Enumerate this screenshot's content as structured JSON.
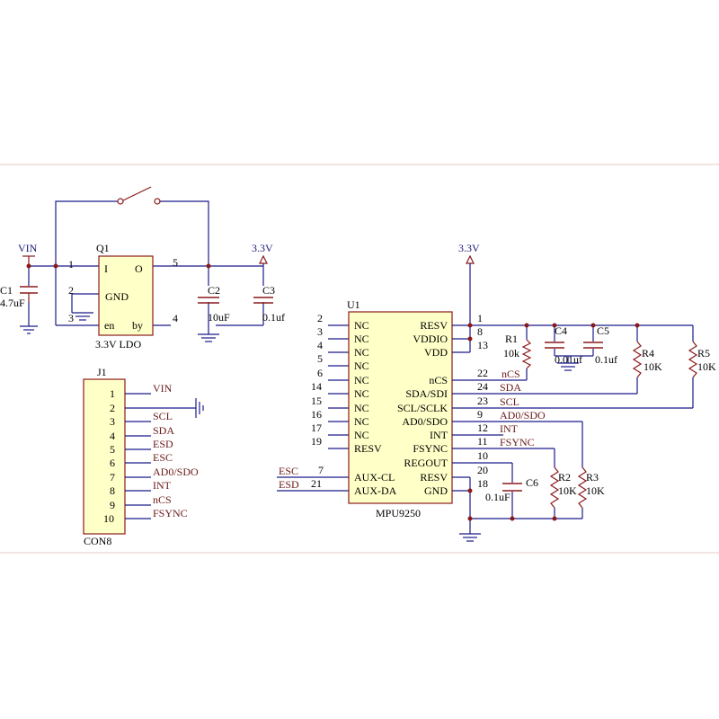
{
  "colors": {
    "wire": "#1b1b8a",
    "component": "#8b1a1a",
    "chip_fill": "#ffffc8",
    "frame": "#e7c8c8",
    "text": "#000000"
  },
  "ldo": {
    "ref": "Q1",
    "name": "3.3V LDO",
    "pin_I": "I",
    "pin_O": "O",
    "pin_GND": "GND",
    "pin_en": "en",
    "pin_by": "by",
    "num1": "1",
    "num2": "2",
    "num3": "3",
    "num4": "4",
    "num5": "5"
  },
  "supply": {
    "vin": "VIN",
    "v33_a": "3.3V",
    "v33_b": "3.3V"
  },
  "caps": {
    "c1": {
      "ref": "C1",
      "value": "4.7uF"
    },
    "c2": {
      "ref": "C2",
      "value": "10uF"
    },
    "c3": {
      "ref": "C3",
      "value": "0.1uf"
    },
    "c4": {
      "ref": "C4",
      "value": "0.01uf"
    },
    "c5": {
      "ref": "C5",
      "value": "0.1uf"
    },
    "c6": {
      "ref": "C6",
      "value": "0.1uF"
    }
  },
  "resistors": {
    "r1": {
      "ref": "R1",
      "value": "10k"
    },
    "r2": {
      "ref": "R2",
      "value": "10K"
    },
    "r3": {
      "ref": "R3",
      "value": "10K"
    },
    "r4": {
      "ref": "R4",
      "value": "10K"
    },
    "r5": {
      "ref": "R5",
      "value": "10K"
    }
  },
  "connector": {
    "ref": "J1",
    "name": "CON8",
    "pins": [
      {
        "num": "1",
        "net": "VIN"
      },
      {
        "num": "2",
        "net": ""
      },
      {
        "num": "3",
        "net": "SCL"
      },
      {
        "num": "4",
        "net": "SDA"
      },
      {
        "num": "5",
        "net": "ESD"
      },
      {
        "num": "6",
        "net": "ESC"
      },
      {
        "num": "7",
        "net": "AD0/SDO"
      },
      {
        "num": "8",
        "net": "INT"
      },
      {
        "num": "9",
        "net": "nCS"
      },
      {
        "num": "10",
        "net": "FSYNC"
      }
    ]
  },
  "ic": {
    "ref": "U1",
    "name": "MPU9250",
    "left_pins": [
      {
        "num": "2",
        "name": "NC"
      },
      {
        "num": "3",
        "name": "NC"
      },
      {
        "num": "4",
        "name": "NC"
      },
      {
        "num": "5",
        "name": "NC"
      },
      {
        "num": "6",
        "name": "NC"
      },
      {
        "num": "14",
        "name": "NC"
      },
      {
        "num": "15",
        "name": "NC"
      },
      {
        "num": "16",
        "name": "NC"
      },
      {
        "num": "17",
        "name": "NC"
      },
      {
        "num": "19",
        "name": "RESV"
      },
      {
        "num": "7",
        "name": "AUX-CL"
      },
      {
        "num": "21",
        "name": "AUX-DA"
      }
    ],
    "right_pins": [
      {
        "num": "1",
        "name": "RESV"
      },
      {
        "num": "8",
        "name": "VDDIO"
      },
      {
        "num": "13",
        "name": "VDD"
      },
      {
        "num": "22",
        "name": "nCS"
      },
      {
        "num": "24",
        "name": "SDA/SDI"
      },
      {
        "num": "23",
        "name": "SCL/SCLK"
      },
      {
        "num": "9",
        "name": "AD0/SDO"
      },
      {
        "num": "12",
        "name": "INT"
      },
      {
        "num": "11",
        "name": "FSYNC"
      },
      {
        "num": "10",
        "name": "REGOUT"
      },
      {
        "num": "20",
        "name": "RESV"
      },
      {
        "num": "18",
        "name": "GND"
      }
    ],
    "left_nets": {
      "esc": "ESC",
      "esd": "ESD"
    },
    "right_nets": {
      "ncs": "nCS",
      "sda": "SDA",
      "scl": "SCL",
      "ad0": "AD0/SDO",
      "int": "INT",
      "fsync": "FSYNC"
    }
  }
}
